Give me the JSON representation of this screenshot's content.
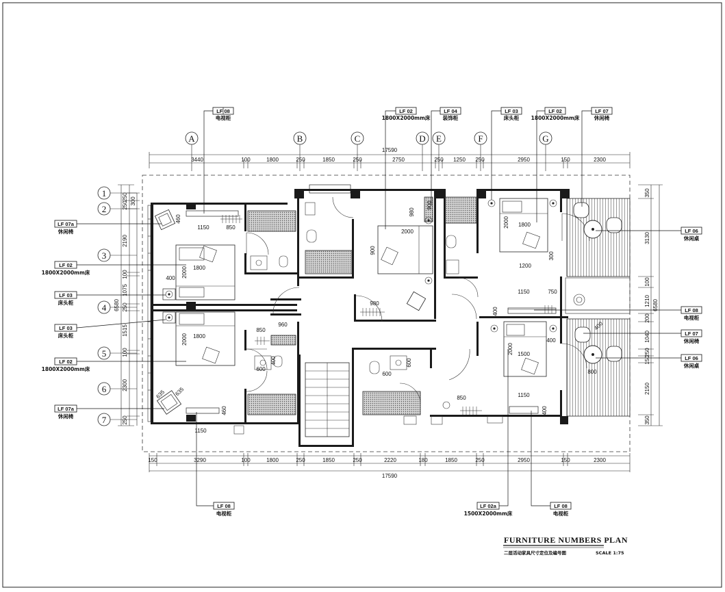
{
  "grid_columns": [
    {
      "label": "A"
    },
    {
      "label": "B"
    },
    {
      "label": "C"
    },
    {
      "label": "D"
    },
    {
      "label": "E"
    },
    {
      "label": "F"
    },
    {
      "label": "G"
    }
  ],
  "grid_rows": [
    {
      "label": "1"
    },
    {
      "label": "2"
    },
    {
      "label": "3"
    },
    {
      "label": "4"
    },
    {
      "label": "5"
    },
    {
      "label": "6"
    },
    {
      "label": "7"
    }
  ],
  "top_dims": {
    "total": "17590",
    "segments": [
      "3440",
      "100",
      "1800",
      "250",
      "1850",
      "250",
      "2750",
      "250",
      "1250",
      "250",
      "2950",
      "150",
      "2300"
    ]
  },
  "bottom_dims": {
    "total": "17590",
    "segments": [
      "150",
      "3290",
      "100",
      "1800",
      "250",
      "1850",
      "250",
      "2220",
      "180",
      "1850",
      "250",
      "2950",
      "150",
      "2300"
    ]
  },
  "left_dims": {
    "total": "6580",
    "segments": [
      "250",
      "250",
      "300",
      "2190",
      "100",
      "1075",
      "250",
      "1515",
      "100",
      "2300",
      "250"
    ]
  },
  "right_dims": {
    "total": "6580",
    "segments": [
      "350",
      "3130",
      "100",
      "1210",
      "200",
      "1040",
      "250",
      "150",
      "2150",
      "350"
    ]
  },
  "tags": [
    {
      "code": "LF 08",
      "desc": "电视柜"
    },
    {
      "code": "LF 02",
      "desc": "1800X2000mm床"
    },
    {
      "code": "LF 04",
      "desc": "装饰柜"
    },
    {
      "code": "LF 03",
      "desc": "床头柜"
    },
    {
      "code": "LF 02",
      "desc": "1800X2000mm床"
    },
    {
      "code": "LF 07",
      "desc": "休闲椅"
    },
    {
      "code": "LF 07a",
      "desc": "休闲椅"
    },
    {
      "code": "LF 02",
      "desc": "1800X2000mm床"
    },
    {
      "code": "LF 03",
      "desc": "床头柜"
    },
    {
      "code": "LF 03",
      "desc": "床头柜"
    },
    {
      "code": "LF 02",
      "desc": "1800X2000mm床"
    },
    {
      "code": "LF 07a",
      "desc": "休闲椅"
    },
    {
      "code": "LF 06",
      "desc": "休闲桌"
    },
    {
      "code": "LF 08",
      "desc": "电视柜"
    },
    {
      "code": "LF 07",
      "desc": "休闲椅"
    },
    {
      "code": "LF 06",
      "desc": "休闲桌"
    },
    {
      "code": "LF 08",
      "desc": "电视柜"
    },
    {
      "code": "LF 02a",
      "desc": "1500X2000mm床"
    },
    {
      "code": "LF 08",
      "desc": "电视柜"
    }
  ],
  "room_dims": {
    "d1150a": "1150",
    "d850a": "850",
    "d460": "460",
    "d1800a": "1800",
    "d2000a": "2000",
    "d400a": "400",
    "d1800b": "1800",
    "d2000b": "2000",
    "d850b": "850",
    "d960": "960",
    "d400b": "400",
    "d600a": "600",
    "d635": "635",
    "d635b": "635",
    "d460b": "460",
    "d1150b": "1150",
    "d2000c": "2000",
    "d980": "980",
    "d900": "900",
    "d980b": "980",
    "d1800c": "1800",
    "d2000d": "2000",
    "d1200": "1200",
    "d300": "300",
    "d1150c": "1150",
    "d750": "750",
    "d400c": "400",
    "d2000e": "2000",
    "d1500": "1500",
    "d400d": "400",
    "d600b": "600",
    "d600c": "600",
    "d850c": "850",
    "d1150d": "1150",
    "d400e": "400",
    "d800": "800",
    "d400f": "400",
    "d900b": "900"
  },
  "title_block": {
    "title": "FURNITURE NUMBERS PLAN",
    "subtitle": "二层活动家具尺寸定位及编号图",
    "scale": "SCALE 1:75"
  }
}
